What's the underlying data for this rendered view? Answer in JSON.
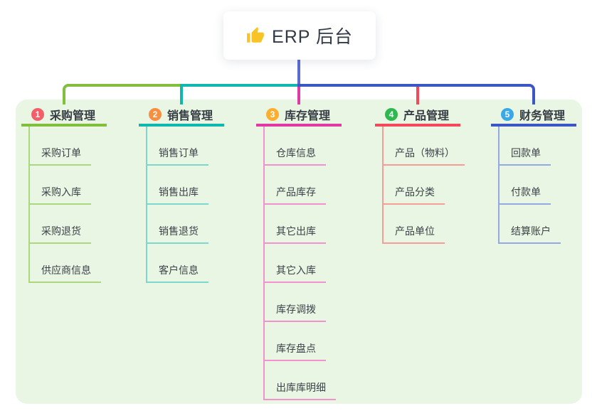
{
  "root": {
    "title": "ERP 后台",
    "icon": "thumbs-up-icon",
    "icon_color": "#f7c325",
    "card_bg": "#ffffff",
    "text_color": "#313947",
    "trunk_color": "#5b6bd5"
  },
  "panel": {
    "bg": "#e9f6e3"
  },
  "branches": [
    {
      "badge": "1",
      "title": "采购管理",
      "badge_color": "#f25f69",
      "accent": "#82bf3e",
      "light_accent": "#abd77f",
      "items": [
        "采购订单",
        "采购入库",
        "采购退货",
        "供应商信息"
      ]
    },
    {
      "badge": "2",
      "title": "销售管理",
      "badge_color": "#f98e3f",
      "accent": "#10b7ad",
      "light_accent": "#7ed7cd",
      "items": [
        "销售订单",
        "销售出库",
        "销售退货",
        "客户信息"
      ]
    },
    {
      "badge": "3",
      "title": "库存管理",
      "badge_color": "#fcaf2e",
      "accent": "#e23aa4",
      "light_accent": "#f291cd",
      "items": [
        "仓库信息",
        "产品库存",
        "其它出库",
        "其它入库",
        "库存调拨",
        "库存盘点",
        "出库库明细"
      ]
    },
    {
      "badge": "4",
      "title": "产品管理",
      "badge_color": "#2eb850",
      "accent": "#f4485b",
      "light_accent": "#f79d97",
      "items": [
        "产品（物料）",
        "产品分类",
        "产品单位"
      ]
    },
    {
      "badge": "5",
      "title": "财务管理",
      "badge_color": "#38a8e8",
      "accent": "#3d56c6",
      "light_accent": "#93a9e3",
      "items": [
        "回款单",
        "付款单",
        "结算账户"
      ]
    }
  ]
}
